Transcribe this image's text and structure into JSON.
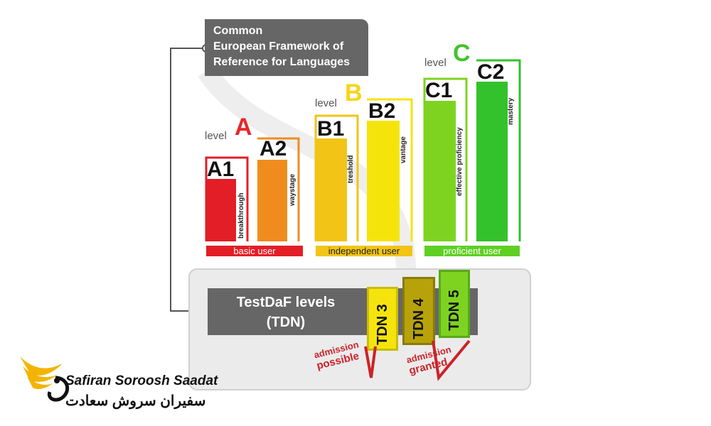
{
  "title": {
    "line1": "Common",
    "line2": "European Framework of",
    "line3": "Reference for Languages"
  },
  "levels": {
    "a": {
      "word": "level",
      "letter": "A",
      "color": "#e8262a"
    },
    "b": {
      "word": "level",
      "letter": "B",
      "color": "#f7d416"
    },
    "c": {
      "word": "level",
      "letter": "C",
      "color": "#3fc529"
    }
  },
  "bars": [
    {
      "code": "A1",
      "desc": "breakthrough",
      "color": "#e31e26"
    },
    {
      "code": "A2",
      "desc": "waystage",
      "color": "#f08c1e"
    },
    {
      "code": "B1",
      "desc": "treshold",
      "color": "#f2c416"
    },
    {
      "code": "B2",
      "desc": "vantage",
      "color": "#f5e40c"
    },
    {
      "code": "C1",
      "desc": "effective proficiency",
      "color": "#7ed321"
    },
    {
      "code": "C2",
      "desc": "mastery",
      "color": "#33c22b"
    }
  ],
  "groups": {
    "basic": "basic user",
    "independent": "independent user",
    "proficient": "proficient user"
  },
  "testdaf": {
    "line1": "TestDaF levels",
    "line2": "(TDN)"
  },
  "tdn": [
    {
      "label": "TDN 3",
      "color": "#f5e40c"
    },
    {
      "label": "TDN 4",
      "color": "#b8a20a"
    },
    {
      "label": "TDN 5",
      "color": "#7ed321"
    }
  ],
  "admission": {
    "possible_line1": "admission",
    "possible_line2": "possible",
    "granted_line1": "admission",
    "granted_line2": "granted"
  },
  "logo": {
    "latin": "Safiran Soroosh Saadat",
    "persian": "سفیران سروش سعادت"
  }
}
